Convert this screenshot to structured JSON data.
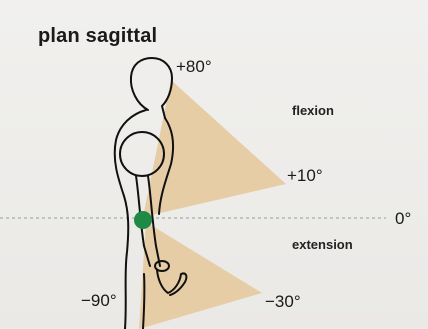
{
  "title": "plan sagittal",
  "labels": {
    "plus80": "+80°",
    "flexion": "flexion",
    "plus10": "+10°",
    "zero": "0°",
    "extension": "extension",
    "minus90": "−90°",
    "minus30": "−30°"
  },
  "colors": {
    "sector_fill": "#e6caa0",
    "pivot": "#1e8a46",
    "outline": "#111111"
  }
}
